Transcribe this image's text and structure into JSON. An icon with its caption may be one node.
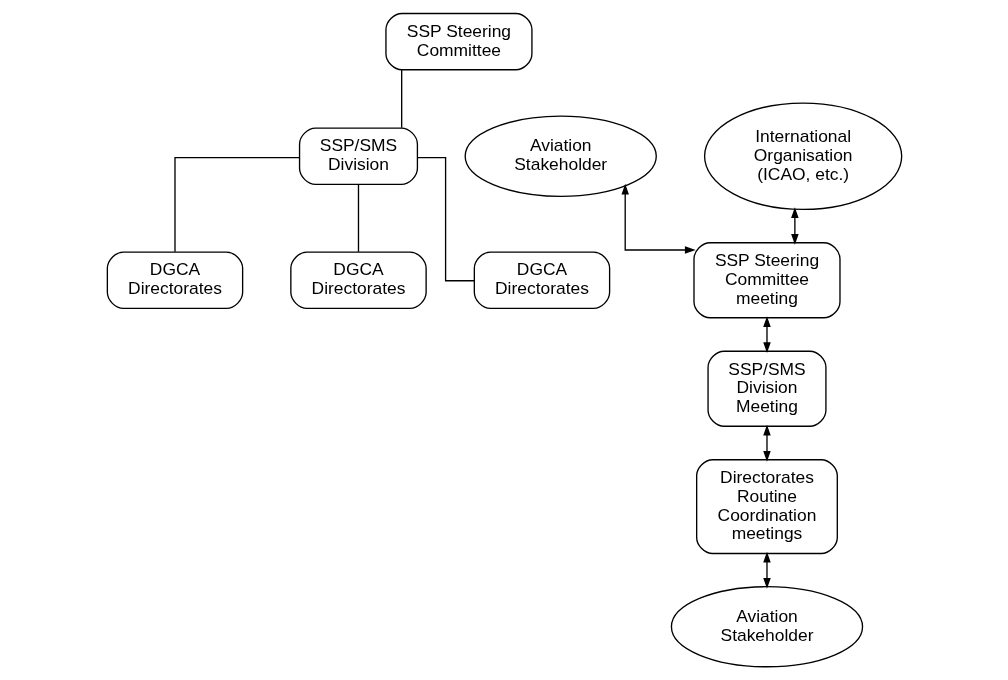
{
  "diagram": {
    "nodes": [
      {
        "text": [
          "SSP Steering Committee"
        ]
      },
      {
        "text": [
          "SSP/SMS Division"
        ]
      },
      {
        "text": [
          "DGCA Directorates"
        ]
      },
      {
        "text": [
          "DGCA Directorates"
        ]
      },
      {
        "text": [
          "DGCA Directorates"
        ]
      },
      {
        "text": [
          "Aviation Stakeholder"
        ]
      },
      {
        "text": [
          "International Organisation (ICAO, etc.)"
        ]
      },
      {
        "text": [
          "SSP Steering Committee meeting"
        ]
      },
      {
        "text": [
          "SSP/SMS Division Meeting"
        ]
      },
      {
        "text": [
          "Directorates Routine Coordination meetings"
        ]
      },
      {
        "text": [
          "Aviation Stakeholder"
        ]
      }
    ],
    "edges": [
      {
        "from": 0,
        "to": 1,
        "arrow": "none"
      },
      {
        "from": 1,
        "to": 2,
        "arrow": "none"
      },
      {
        "from": 1,
        "to": 3,
        "arrow": "none"
      },
      {
        "from": 1,
        "to": 4,
        "arrow": "none"
      },
      {
        "from": 7,
        "to": 5,
        "arrow": "both"
      },
      {
        "from": 7,
        "to": 6,
        "arrow": "both"
      },
      {
        "from": 7,
        "to": 8,
        "arrow": "both"
      },
      {
        "from": 8,
        "to": 9,
        "arrow": "both"
      },
      {
        "from": 9,
        "to": 10,
        "arrow": "both"
      }
    ]
  }
}
